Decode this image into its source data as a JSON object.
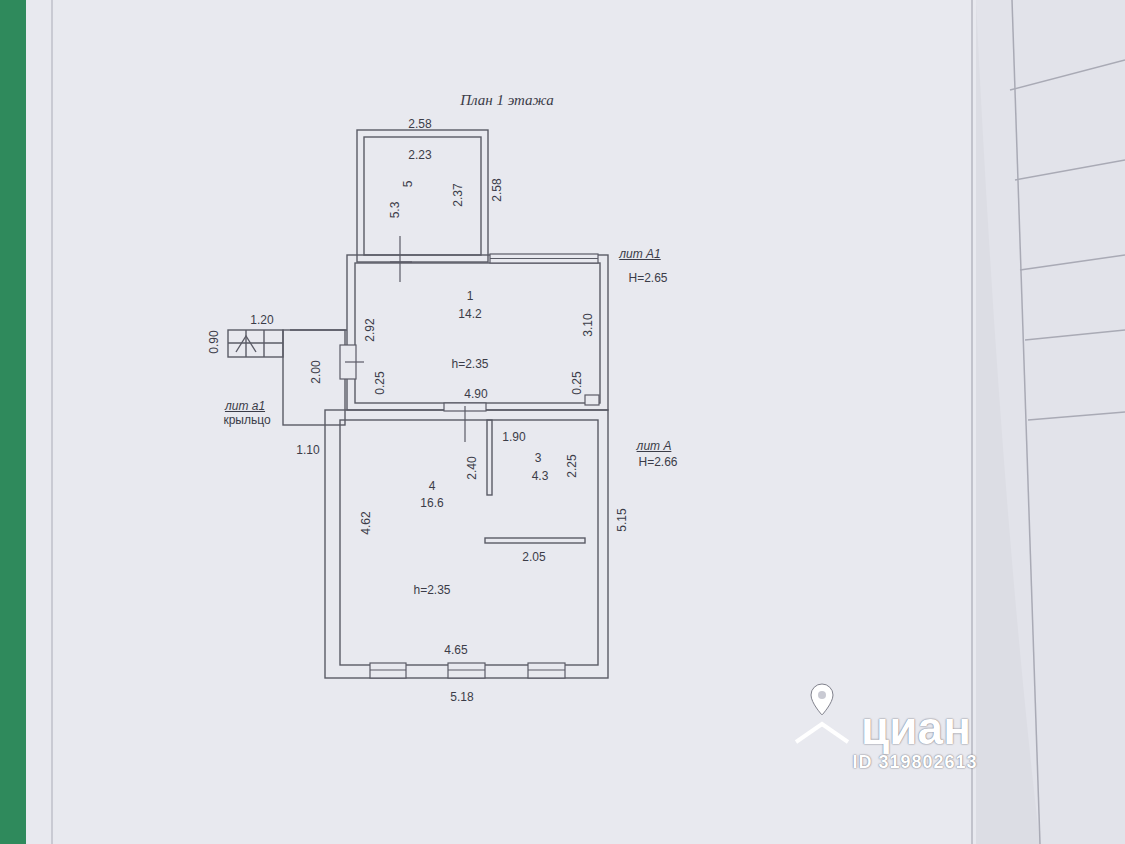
{
  "diagram": {
    "title": "План 1 этажа",
    "nodes": [
      {
        "text": [
          "5",
          "5.3"
        ]
      },
      {
        "text": [
          "1",
          "14.2",
          "h=2.35"
        ]
      },
      {
        "text": [
          "лит а1",
          "крыльцо"
        ]
      },
      {
        "text": [
          "3",
          "4.3"
        ]
      },
      {
        "text": [
          "4",
          "16.6",
          "h=2.35"
        ]
      }
    ],
    "labels": [
      "2.58",
      "2.23",
      "2.37",
      "2.58",
      "лит А1",
      "Н=2.65",
      "2.92",
      "3.10",
      "0.25",
      "4.90",
      "0.25",
      "1.20",
      "0.90",
      "2.00",
      "1.10",
      "1.90",
      "2.40",
      "2.25",
      "лит А",
      "Н=2.66",
      "2.05",
      "4.62",
      "5.15",
      "4.65",
      "5.18",
      "циан",
      "ID 319802613"
    ]
  }
}
